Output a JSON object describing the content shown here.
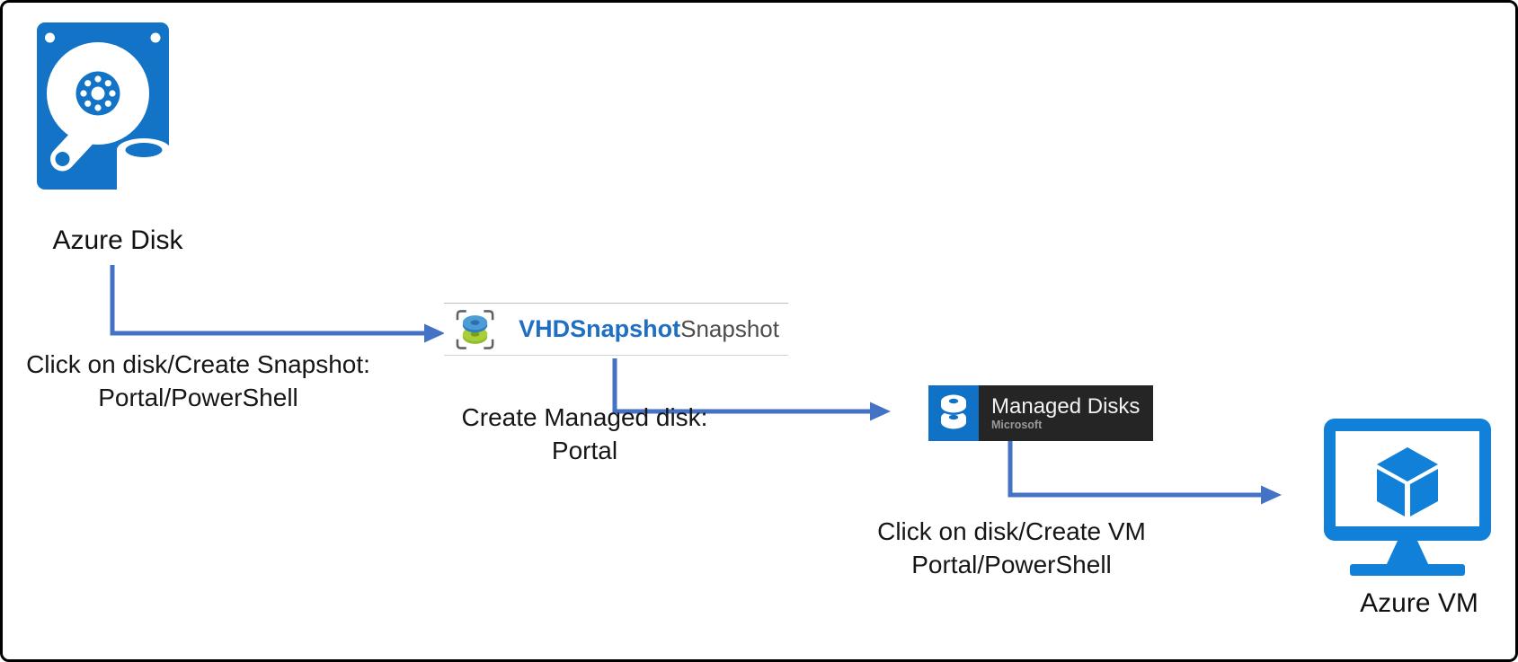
{
  "nodes": {
    "azure_disk": {
      "label": "Azure Disk",
      "icon": "azure-disk-icon",
      "color": "#1373c6"
    },
    "vhd_snapshot": {
      "name": "VHDSnapshot",
      "kind": "Snapshot",
      "icon": "snapshot-disks-icon",
      "name_color": "#1f6fc4"
    },
    "managed_disks": {
      "title": "Managed Disks",
      "publisher": "Microsoft",
      "icon": "stacked-disks-icon",
      "tile_color": "#252525",
      "accent_color": "#1072c6"
    },
    "azure_vm": {
      "label": "Azure VM",
      "icon": "vm-monitor-icon",
      "color": "#1180d8"
    }
  },
  "captions": {
    "step1": {
      "line1": "Click on disk/Create Snapshot:",
      "line2": "Portal/PowerShell"
    },
    "step2": {
      "line1": "Create Managed disk:",
      "line2": "Portal"
    },
    "step3": {
      "line1": "Click on disk/Create VM",
      "line2": "Portal/PowerShell"
    }
  },
  "arrows": {
    "color": "#4472c4"
  }
}
